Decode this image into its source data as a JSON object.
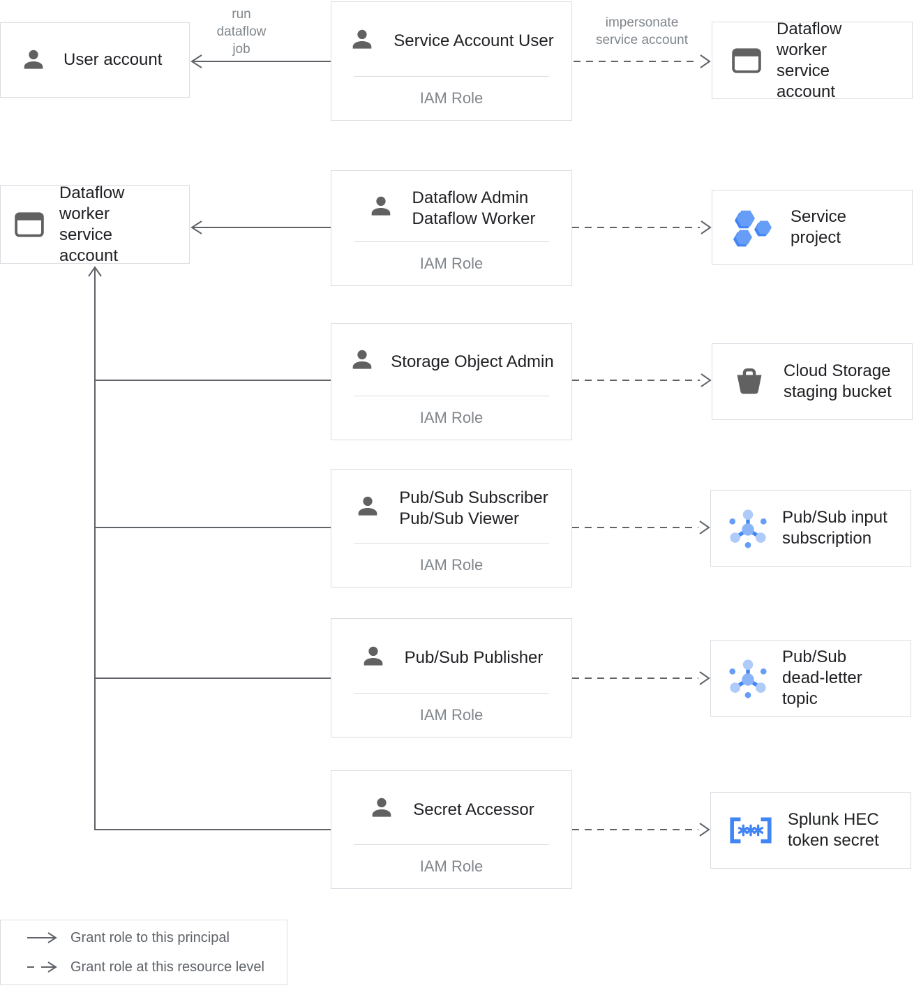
{
  "boxes": {
    "user_account": {
      "title": "User account"
    },
    "service_account_user": {
      "title": "Service Account User",
      "footer": "IAM Role"
    },
    "dataflow_worker_sa_right": {
      "line1": "Dataflow worker",
      "line2": "service account"
    },
    "dataflow_worker_sa_left": {
      "line1": "Dataflow worker",
      "line2": "service account"
    },
    "dataflow_admin_worker": {
      "title1": "Dataflow Admin",
      "title2": "Dataflow Worker",
      "footer": "IAM Role"
    },
    "service_project": {
      "title": "Service project"
    },
    "storage_object_admin": {
      "title": "Storage Object Admin",
      "footer": "IAM Role"
    },
    "cloud_storage_bucket": {
      "line1": "Cloud Storage",
      "line2": "staging bucket"
    },
    "pubsub_subscriber_viewer": {
      "title1": "Pub/Sub Subscriber",
      "title2": "Pub/Sub Viewer",
      "footer": "IAM Role"
    },
    "pubsub_input_subscription": {
      "line1": "Pub/Sub input",
      "line2": "subscription"
    },
    "pubsub_publisher": {
      "title": "Pub/Sub Publisher",
      "footer": "IAM Role"
    },
    "pubsub_dead_letter_topic": {
      "line1": "Pub/Sub",
      "line2": "dead-letter topic"
    },
    "secret_accessor": {
      "title": "Secret Accessor",
      "footer": "IAM Role"
    },
    "splunk_hec_token_secret": {
      "line1": "Splunk HEC",
      "line2": "token secret"
    }
  },
  "edge_labels": {
    "run_dataflow_job": "run\ndataflow\njob",
    "impersonate_service_account": "impersonate\nservice account"
  },
  "legend": {
    "solid": "Grant role to this principal",
    "dashed": "Grant role at this resource level"
  },
  "colors": {
    "line": "#5f6368",
    "box_border": "#dadce0",
    "title_text": "#202124",
    "muted_text": "#80868b",
    "icon_gray": "#616161",
    "icon_blue": "#4285f4",
    "icon_blue_medium": "#669df6",
    "icon_blue_light": "#aecbfa"
  }
}
